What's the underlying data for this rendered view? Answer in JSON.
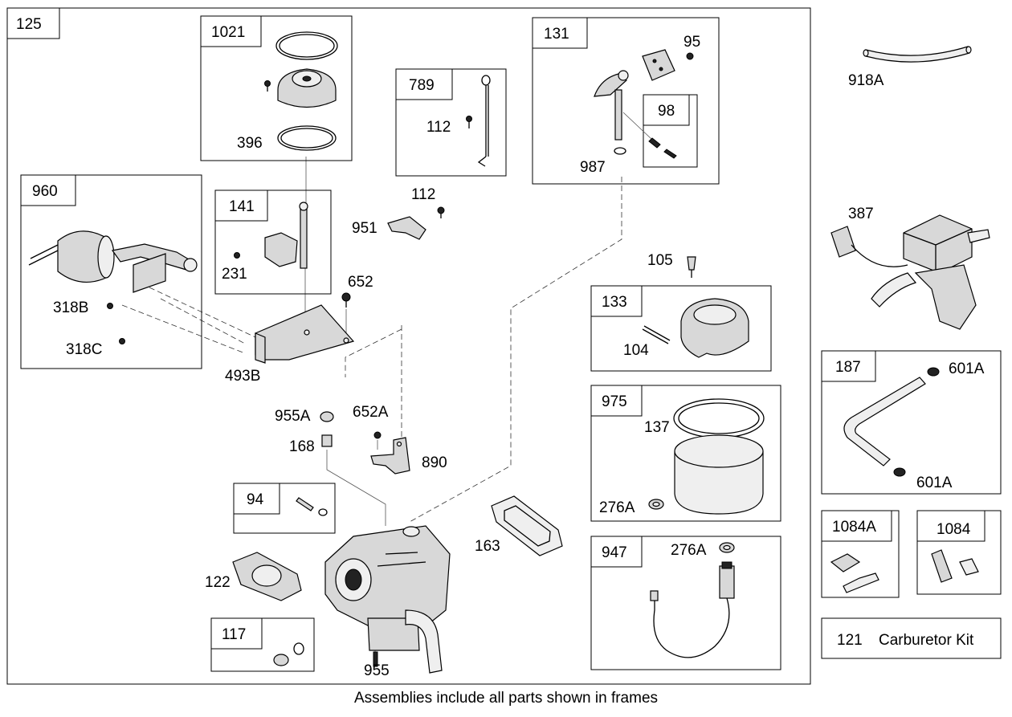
{
  "frame_label": "125",
  "frames": {
    "f1021": "1021",
    "f789": "789",
    "f131": "131",
    "f98": "98",
    "f960": "960",
    "f141": "141",
    "f133": "133",
    "f975": "975",
    "f187": "187",
    "f94": "94",
    "f947": "947",
    "f117": "117",
    "f1084A": "1084A",
    "f1084": "1084"
  },
  "parts": {
    "p396": "396",
    "p112a": "112",
    "p112b": "112",
    "p951": "951",
    "p95": "95",
    "p987": "987",
    "p918A": "918A",
    "p387": "387",
    "p231": "231",
    "p652": "652",
    "p105": "105",
    "p104": "104",
    "p318B": "318B",
    "p318C": "318C",
    "p493B": "493B",
    "p601A_top": "601A",
    "p601A_bot": "601A",
    "p955A": "955A",
    "p652A": "652A",
    "p137": "137",
    "p168": "168",
    "p890": "890",
    "p276A_a": "276A",
    "p276A_b": "276A",
    "p163": "163",
    "p122": "122",
    "p955": "955"
  },
  "kit": {
    "number": "121",
    "name": "Carburetor Kit"
  },
  "caption": "Assemblies include all parts shown in frames"
}
